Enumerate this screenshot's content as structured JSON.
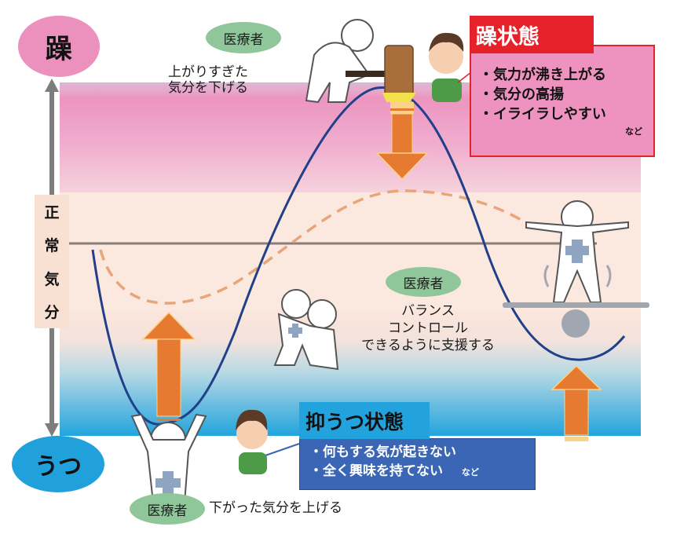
{
  "axis": {
    "top_label": "躁",
    "bottom_label": "うつ",
    "middle_label": [
      "正",
      "常",
      "気",
      "分"
    ],
    "top_color": "#ec90bd",
    "bottom_color": "#21a1dc"
  },
  "zones": {
    "mania_color": "#ec95c0",
    "normal_color": "#fbe9e0",
    "depression_color": "#22a5dd"
  },
  "medical_staff_label": "医療者",
  "annotations": {
    "top": [
      "上がりすぎた",
      "気分を下げる"
    ],
    "middle": [
      "バランス",
      "コントロール",
      "できるように支援する"
    ],
    "bottom": "下がった気分を上げる"
  },
  "mania_state": {
    "title": "躁状態",
    "items": [
      "・気力が沸き上がる",
      "・気分の高揚",
      "・イライラしやすい"
    ],
    "suffix": "など",
    "title_color": "#e5222a",
    "box_color": "#ee93bf"
  },
  "depression_state": {
    "title": "抑うつ状態",
    "items": [
      "・何もする気が起きない",
      "・全く興味を持てない"
    ],
    "suffix": "など",
    "title_color": "#22a3dd",
    "box_color": "#3b66b5"
  },
  "curves": {
    "untreated_color": "#22408a",
    "treated_color": "#e8a57a",
    "baseline_color": "#8a7f78",
    "arrow_color": "#e57a30"
  },
  "icons": [
    "hammer-icon",
    "angry-person-icon",
    "sad-person-icon",
    "cheering-staff-icon",
    "supporting-staff-icon",
    "balancing-staff-icon"
  ]
}
